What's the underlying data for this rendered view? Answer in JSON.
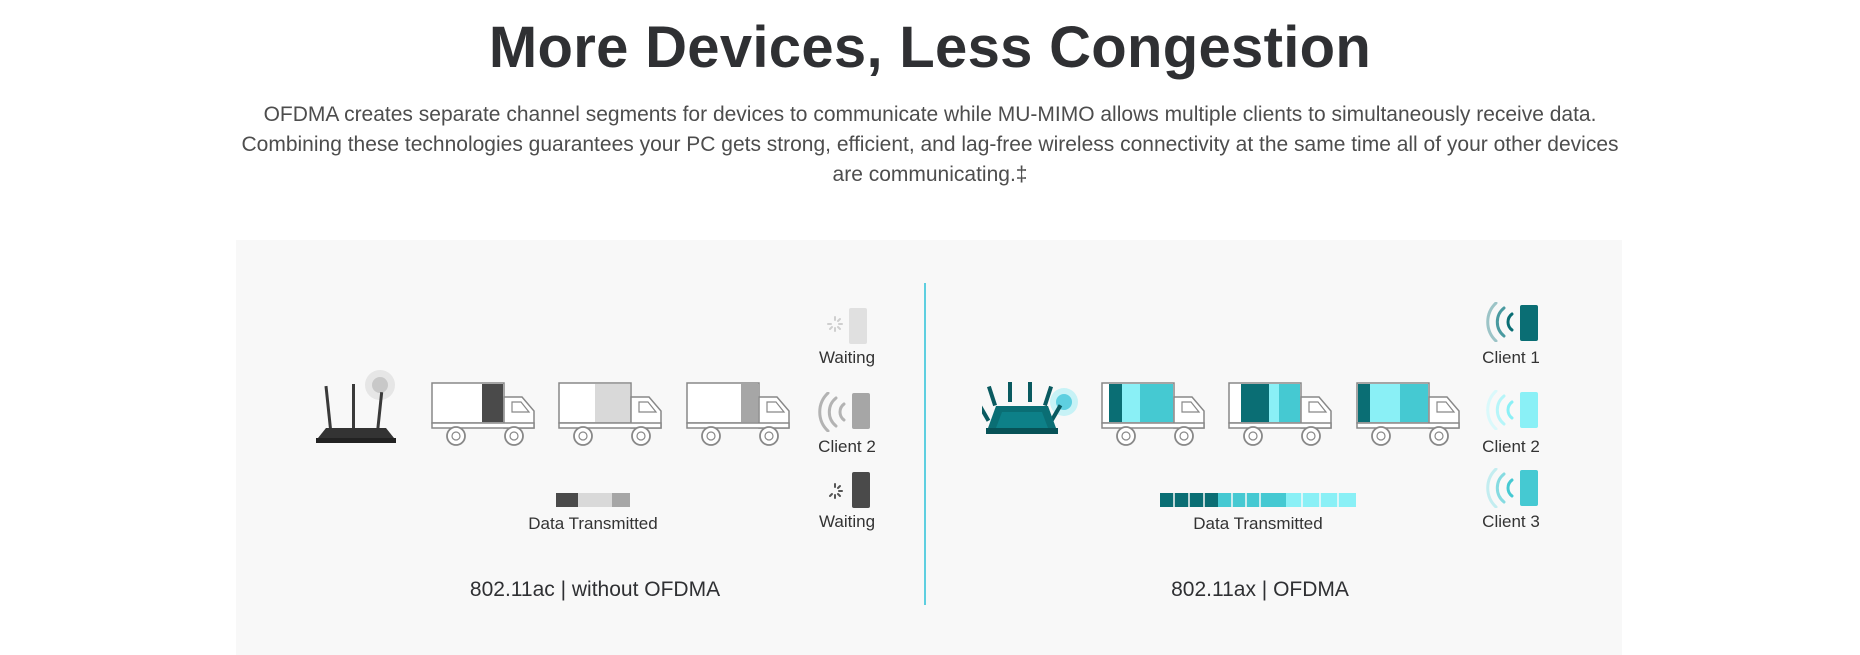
{
  "heading": "More Devices, Less Congestion",
  "description": "OFDMA creates separate channel segments for devices to communicate while MU-MIMO allows multiple clients to simultaneously receive data. Combining these technologies guarantees your PC gets strong, efficient, and lag-free wireless connectivity at the same time all of your other devices are communicating.‡",
  "left_diagram": {
    "caption": "802.11ac | without OFDMA",
    "data_label": "Data Transmitted",
    "clients": [
      "Waiting",
      "Client 2",
      "Waiting"
    ]
  },
  "right_diagram": {
    "caption": "802.11ax | OFDMA",
    "data_label": "Data Transmitted",
    "clients": [
      "Client 1",
      "Client 2",
      "Client 3"
    ]
  },
  "colors": {
    "accent": "#5ecfe0",
    "dark_teal": "#0a6e74",
    "mid_teal": "#45c9d2",
    "light_teal": "#8af0f6",
    "dark_gray": "#4a4a4a",
    "light_gray": "#d9d9d9",
    "mid_gray": "#a6a6a6"
  },
  "icons": [
    "router-icon",
    "truck-icon",
    "wifi-signal-icon",
    "loading-spinner-icon",
    "phone-icon"
  ]
}
